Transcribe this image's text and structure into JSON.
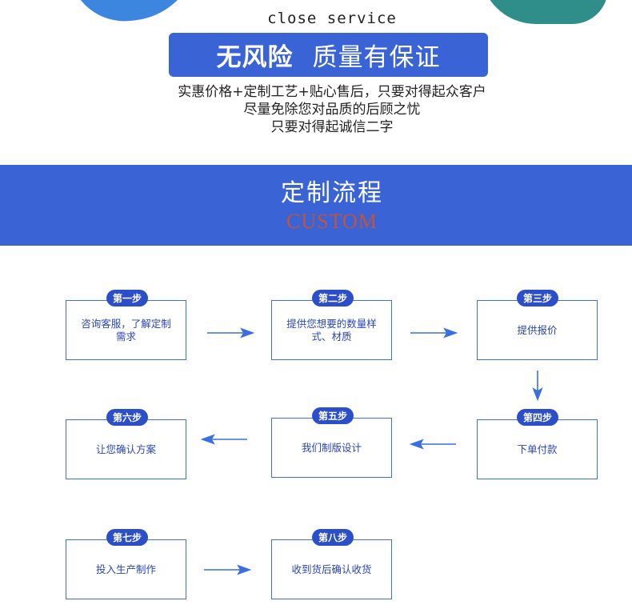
{
  "header": {
    "close_service": "close service",
    "banner_bold": "无风险",
    "banner_light": "质量有保证",
    "desc_lines": [
      "实惠价格+定制工艺+贴心售后，只要对得起众客户",
      "尽量免除您对品质的后顾之忧",
      "只要对得起诚信二字"
    ]
  },
  "section": {
    "title": "定制流程",
    "subtitle": "CUSTOM"
  },
  "steps": [
    {
      "label": "第一步",
      "text": "咨询客服，了解定制需求"
    },
    {
      "label": "第二步",
      "text": "提供您想要的数量样式、材质"
    },
    {
      "label": "第三步",
      "text": "提供报价"
    },
    {
      "label": "第四步",
      "text": "下单付款"
    },
    {
      "label": "第五步",
      "text": "我们制版设计"
    },
    {
      "label": "第六步",
      "text": "让您确认方案"
    },
    {
      "label": "第七步",
      "text": "投入生产制作"
    },
    {
      "label": "第八步",
      "text": "收到货后确认收货"
    }
  ],
  "colors": {
    "primary_blue": "#3a63d6",
    "step_label_bg": "#2c4fc9",
    "box_border": "#3a6fe0",
    "subtitle_red": "#c2543a"
  }
}
